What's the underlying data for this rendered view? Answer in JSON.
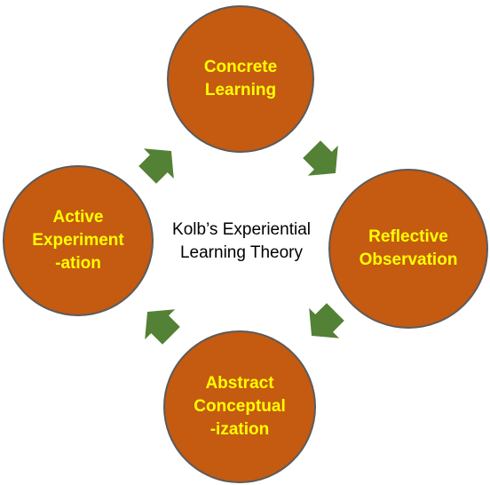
{
  "colors": {
    "node_fill": "#c55a11",
    "node_border": "#5b5b5b",
    "node_text": "#ffff00",
    "arrow": "#538135",
    "background": "#ffffff",
    "center_text": "#000000"
  },
  "diagram": {
    "center_title": [
      "Kolb’s Experiential",
      "Learning Theory"
    ],
    "nodes": [
      {
        "id": "concrete",
        "lines": [
          "Concrete",
          "Learning"
        ]
      },
      {
        "id": "reflective",
        "lines": [
          "Reflective",
          "Observation"
        ]
      },
      {
        "id": "abstract",
        "lines": [
          "Abstract",
          "Conceptual",
          "-ization"
        ]
      },
      {
        "id": "active",
        "lines": [
          "Active",
          "Experiment",
          "-ation"
        ]
      }
    ],
    "arrows": [
      {
        "from": "concrete",
        "to": "reflective",
        "icon": "arrow-icon"
      },
      {
        "from": "reflective",
        "to": "abstract",
        "icon": "arrow-icon"
      },
      {
        "from": "abstract",
        "to": "active",
        "icon": "arrow-icon"
      },
      {
        "from": "active",
        "to": "concrete",
        "icon": "arrow-icon"
      }
    ]
  }
}
